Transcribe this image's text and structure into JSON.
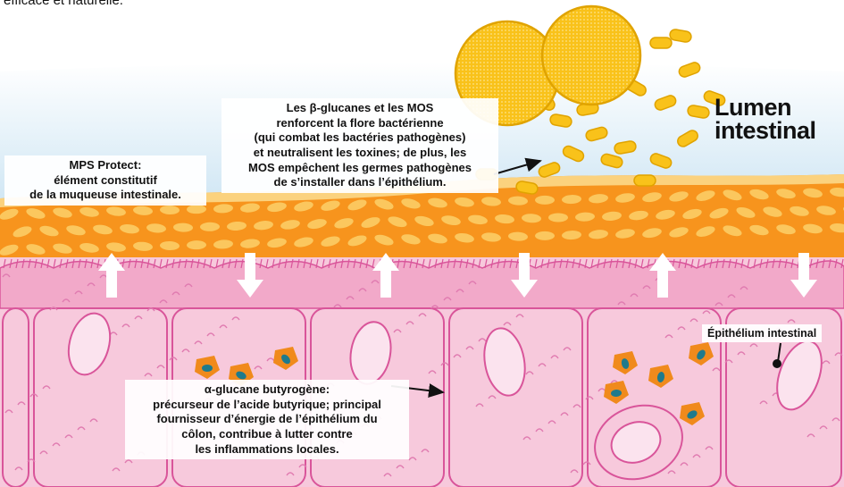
{
  "top_caption": "efficace et naturelle.",
  "lumen_label": [
    "Lumen",
    "intestinal"
  ],
  "mps_label": [
    "MPS Protect:",
    "élément constitutif",
    "de la muqueuse intestinale."
  ],
  "glucan_label": [
    "Les β-glucanes et les MOS",
    "renforcent la flore bactérienne",
    "(qui combat les bactéries pathogènes)",
    "et neutralisent les toxines; de plus, les",
    "MOS empêchent les germes pathogènes",
    "de s’installer dans l’épithélium."
  ],
  "alpha_label": [
    "α-glucane butyrogène:",
    "précurseur de l’acide butyrique; principal",
    "fournisseur d’énergie de l’épithélium du",
    "côlon, contribue à lutter contre",
    "les inflammations locales."
  ],
  "epithelium_label": "Épithélium intestinal",
  "colors": {
    "sky": "#d3e8f5",
    "mucus_orange": "#f7941d",
    "mucus_light": "#fbd88a",
    "yeast_yellow": "#f9c21a",
    "tissue_pink": "#f7c9dc",
    "tissue_line": "#d9559a",
    "arrow_white": "#ffffff",
    "butyrate_orange": "#f08a1c",
    "butyrate_teal": "#1f7a8c"
  },
  "icons": [
    "yeast-cell-icon",
    "bacteria-icon",
    "up-arrow-icon",
    "down-arrow-icon",
    "nucleus-icon",
    "pointer-arrow-icon"
  ]
}
